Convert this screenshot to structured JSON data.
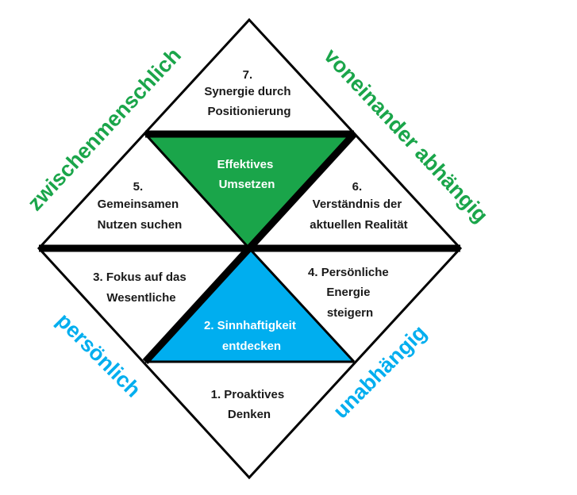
{
  "colors": {
    "green": "#1aa54a",
    "blue": "#00aeef",
    "line": "#000000",
    "label_green": "#1aa54a",
    "label_blue": "#00aeef"
  },
  "cells": {
    "c7": [
      "7.",
      "Synergie durch",
      "Positionierung"
    ],
    "c5": [
      "5.",
      "Gemeinsamen",
      "Nutzen suchen"
    ],
    "c6": [
      "6.",
      "Verständnis der",
      "aktuellen Realität"
    ],
    "center_top": [
      "Effektives",
      "Umsetzen"
    ],
    "c3": [
      "3. Fokus auf das",
      "Wesentliche"
    ],
    "c4": [
      "4. Persönliche",
      "Energie",
      "steigern"
    ],
    "center_bottom": [
      "2. Sinnhaftigkeit",
      "entdecken"
    ],
    "c1": [
      "1. Proaktives",
      "Denken"
    ]
  },
  "sides": {
    "top_left": "zwischenmenschlich",
    "top_right": "voneinander abhängig",
    "bottom_left": "persönlich",
    "bottom_right": "unabhängig"
  }
}
